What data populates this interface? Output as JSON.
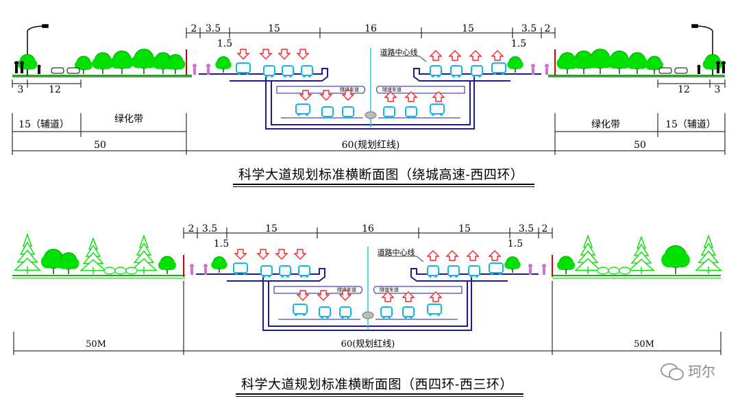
{
  "diagram1": {
    "caption": "科学大道规划标准横断面图（绕城高速-西四环）",
    "top_dims": [
      "2",
      "3.5",
      "15",
      "16",
      "15",
      "3.5",
      "2"
    ],
    "sub_dims": [
      "1.5",
      "1.5"
    ],
    "centerline_label": "道路中心线",
    "left_side_dims": [
      "3",
      "12"
    ],
    "right_side_dims": [
      "12",
      "3"
    ],
    "left_labels": [
      "15（辅道）",
      "绿化带"
    ],
    "right_labels": [
      "绿化带",
      "15（辅道）"
    ],
    "bottom_dims": [
      "50",
      "60(规划红线)",
      "50"
    ]
  },
  "diagram2": {
    "caption": "科学大道规划标准横断面图（西四环-西三环）",
    "top_dims": [
      "2",
      "3.5",
      "15",
      "16",
      "15",
      "3.5",
      "2"
    ],
    "sub_dims": [
      "1.5",
      "1.5"
    ],
    "centerline_label": "道路中心线",
    "bottom_dims": [
      "50M",
      "60(规划红线)",
      "50M"
    ]
  },
  "watermark": {
    "text": "珂尔",
    "icon": "wechat-icon"
  },
  "colors": {
    "structure": "#1a1aa0",
    "tree": "#00e000",
    "tree_dark": "#00a000",
    "vehicle": "#10b8e8",
    "arrow": "#ff2020",
    "centerline": "#20c8e8",
    "pedestrian": "#d070d0",
    "redline": "#e00000"
  }
}
